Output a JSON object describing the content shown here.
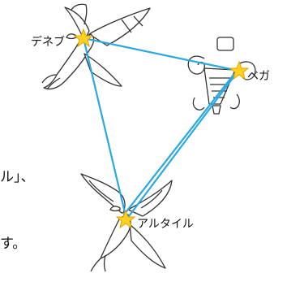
{
  "labels": {
    "deneb": "デネブ",
    "vega": "ベガ",
    "altair": "アルタイル"
  },
  "text_fragments": {
    "line1": "ル」、",
    "line2": "す。"
  },
  "colors": {
    "triangle_line": "#2aa8e0",
    "star_fill": "#ffd21f",
    "star_stroke": "#e8a000",
    "sketch": "#333333"
  }
}
